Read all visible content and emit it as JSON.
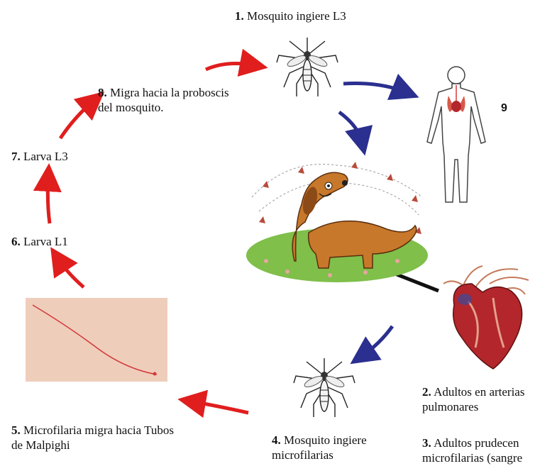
{
  "steps": [
    {
      "num": "1.",
      "text": "Mosquito ingiere L3"
    },
    {
      "num": "2.",
      "text": "Adultos en arterias",
      "text2": "pulmonares"
    },
    {
      "num": "3.",
      "text": "Adultos prudecen",
      "text2": "microfilarias (sangre"
    },
    {
      "num": "4.",
      "text": "Mosquito ingiere",
      "text2": "microfilarias"
    },
    {
      "num": "5.",
      "text": "Microfilaria migra hacia Tubos",
      "text2": "de Malpighi"
    },
    {
      "num": "6.",
      "text": "Larva L1"
    },
    {
      "num": "7.",
      "text": "Larva L3"
    },
    {
      "num": "8.",
      "text": "Migra hacia la proboscis",
      "text2": "del mosquito."
    }
  ],
  "human_marker": "9",
  "colors": {
    "red_arrow": "#e01e1e",
    "blue_arrow": "#2b2f8f",
    "heart": "#b3262b",
    "skin": "#efcdbb",
    "dog": "#c8782a",
    "grass": "#7fbf4a"
  },
  "icons": [
    "mosquito-icon",
    "human-body-icon",
    "dog-illustration",
    "heart-illustration",
    "microfilaria-skin-photo"
  ]
}
